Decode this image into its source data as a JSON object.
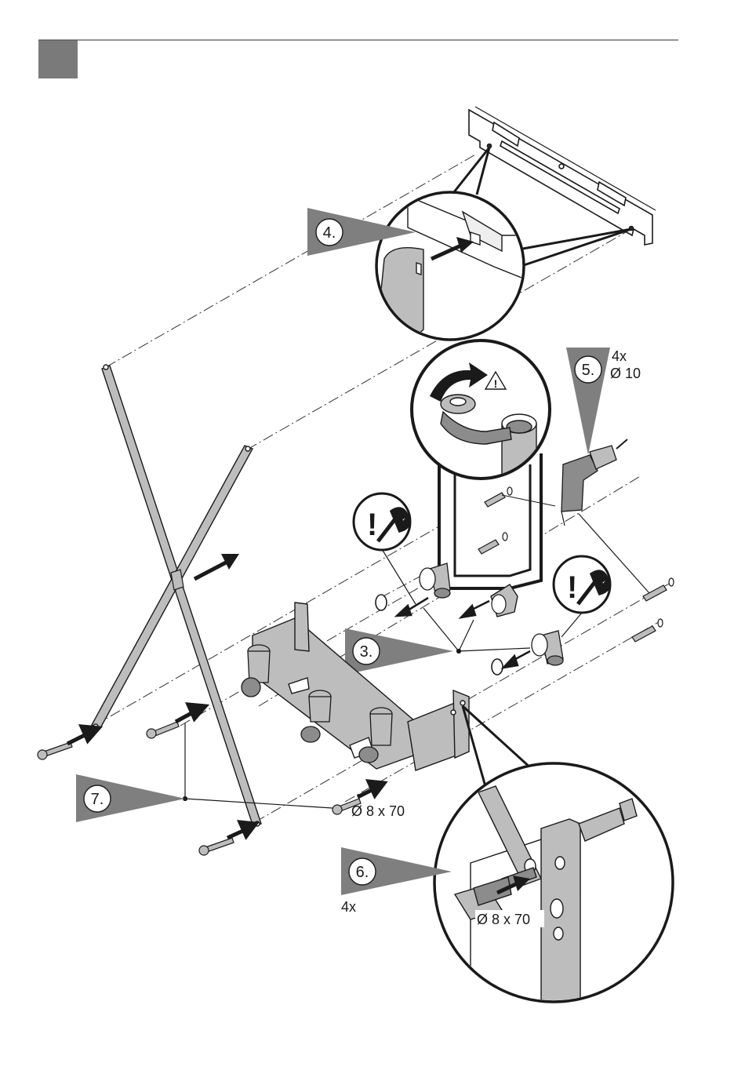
{
  "document": {
    "header_block_color": "#7a7a7a",
    "header_rule_color": "#555555"
  },
  "steps": [
    {
      "number": "4."
    },
    {
      "number": "5.",
      "quantity": "4x",
      "size": "Ø 10"
    },
    {
      "number": "3."
    },
    {
      "number": "7.",
      "size": "Ø 8 x 70"
    },
    {
      "number": "6.",
      "quantity": "4x",
      "size": "Ø 8 x 70"
    }
  ],
  "icons": {
    "warning": "warning-triangle-icon",
    "torque": "torque-wrench-icon",
    "rotate": "rotate-arrow-icon"
  },
  "colors": {
    "part_fill": "#bdbdbd",
    "part_dark": "#8c8c8c",
    "outline": "#1a1a1a",
    "step_marker": "#7f7f7f"
  }
}
